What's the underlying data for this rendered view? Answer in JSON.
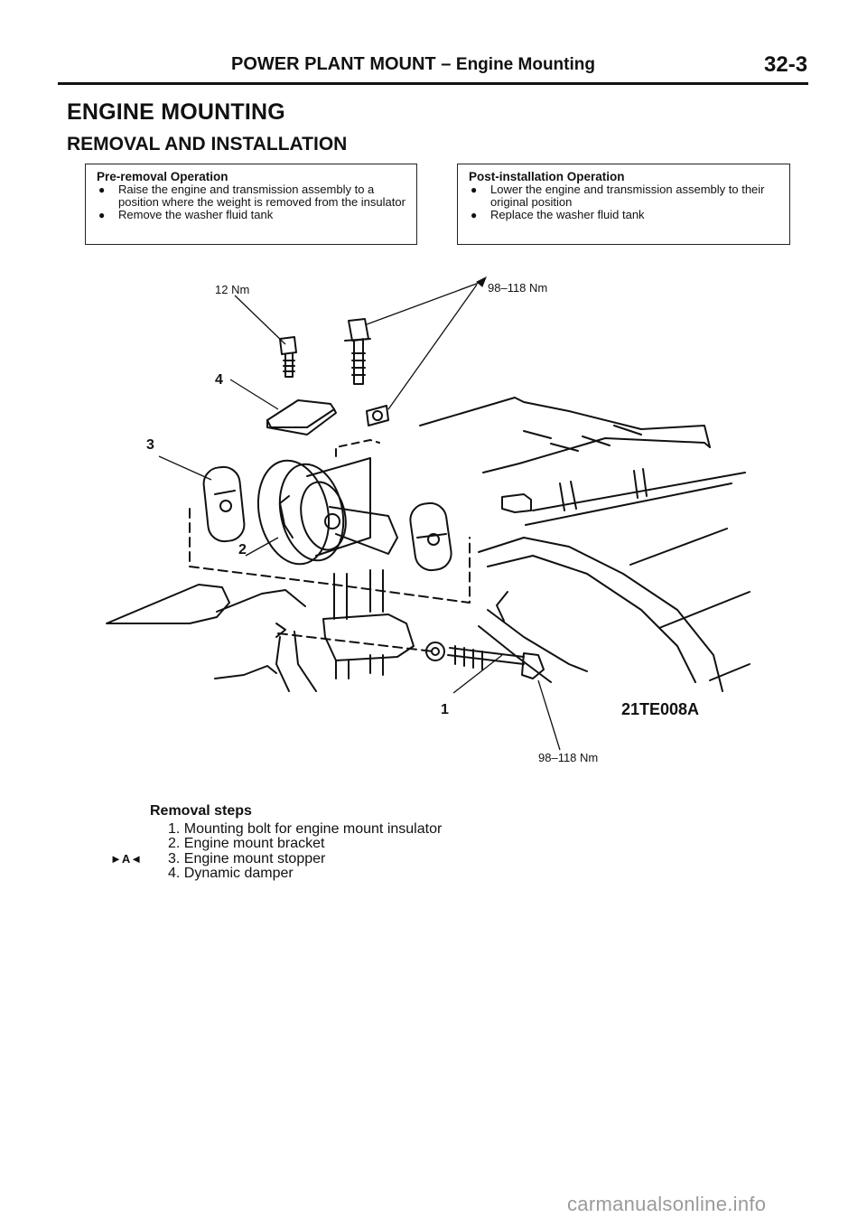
{
  "header": {
    "section": "POWER PLANT MOUNT",
    "separator": "–",
    "subsection": "Engine Mounting",
    "page_number": "32-3"
  },
  "title": "ENGINE MOUNTING",
  "subtitle": "REMOVAL AND INSTALLATION",
  "pre_removal": {
    "title": "Pre-removal Operation",
    "items": [
      "Raise the engine and transmission assembly to a position where the weight is removed from the insulator",
      "Remove the washer fluid tank"
    ]
  },
  "post_installation": {
    "title": "Post-installation Operation",
    "items": [
      "Lower the engine and transmission assembly to their original position",
      "Replace the washer fluid tank"
    ]
  },
  "bullet_symbol": "●",
  "diagram": {
    "torque_top_left": "12 Nm",
    "torque_top_right": "98–118 Nm",
    "torque_bottom": "98–118 Nm",
    "callouts": [
      "1",
      "2",
      "3",
      "4"
    ],
    "figure_code": "21TE008A"
  },
  "removal_steps": {
    "title": "Removal steps",
    "steps": [
      "1. Mounting bolt for engine mount insulator",
      "2. Engine mount bracket",
      "3. Engine mount stopper",
      "4. Dynamic damper"
    ],
    "marked_step_index": 2,
    "marker": "►A◄"
  },
  "watermark": "carmanualsonline.info"
}
